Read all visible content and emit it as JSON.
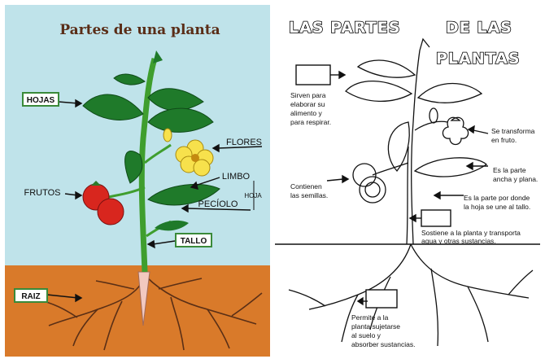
{
  "left_panel": {
    "title": "Partes de una planta",
    "labels": {
      "hojas": "HOJAS",
      "flores": "FLORES",
      "frutos": "FRUTOS",
      "limbo": "LIMBO",
      "hoja": "HOJA",
      "peciolo": "PECÍOLO",
      "tallo": "TALLO",
      "raiz": "RAIZ"
    },
    "colors": {
      "sky": "#bfe3ea",
      "soil": "#d97a2a",
      "stem": "#3f9e2e",
      "leaf": "#1f7a2a",
      "box_border": "#3a8a3a"
    }
  },
  "right_panel": {
    "title_line1_a": "LAS PARTES",
    "title_line1_b": "DE LAS",
    "title_line2": "PLANTAS",
    "descriptions": {
      "hojas": [
        "Sirven para",
        "elaborar su",
        "alimento y",
        "para respirar."
      ],
      "flores": [
        "Se transforma",
        "en fruto."
      ],
      "limbo": [
        "Es la parte",
        "ancha y plana."
      ],
      "peciolo": [
        "Es la parte por donde",
        "la hoja se une al tallo."
      ],
      "frutos": [
        "Contienen",
        "las semillas."
      ],
      "tallo": [
        "Sostiene a la planta y transporta",
        "agua y otras sustancias."
      ],
      "raiz": [
        "Permite a la",
        "planta sujetarse",
        "al suelo y",
        "absorber sustancias."
      ]
    }
  }
}
